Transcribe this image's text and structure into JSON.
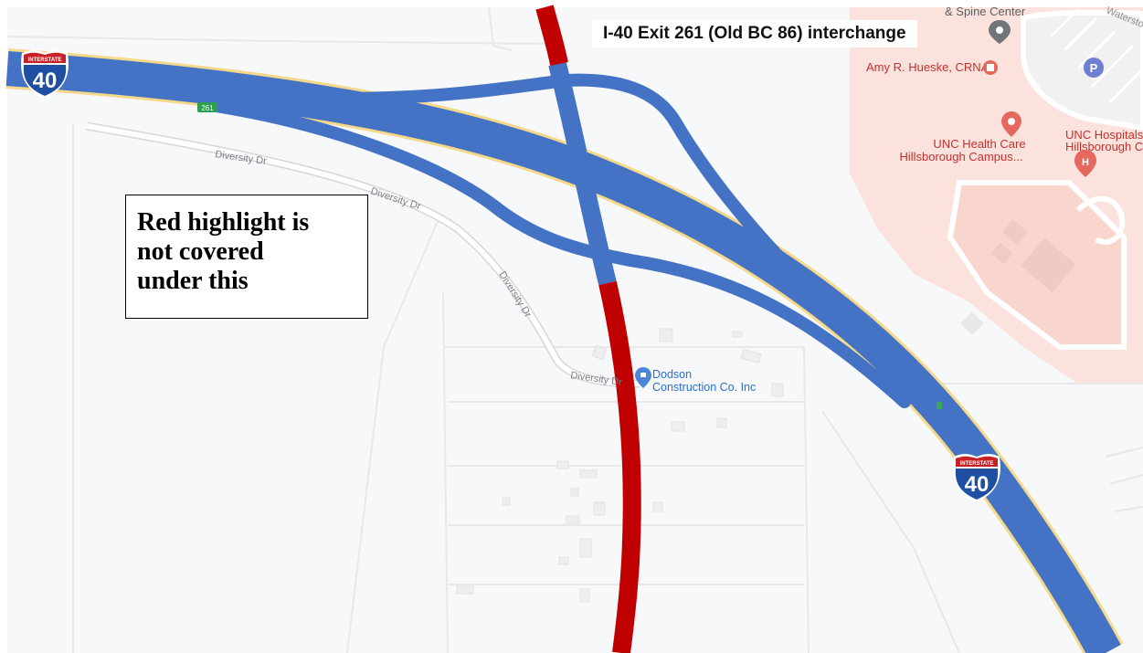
{
  "title": "I-40 Exit 261 (Old BC 86) interchange",
  "note": {
    "lines": [
      "Red highlight is",
      "not covered",
      "under this"
    ]
  },
  "shields": [
    {
      "banner": "INTERSTATE",
      "number": "40"
    },
    {
      "banner": "INTERSTATE",
      "number": "40"
    }
  ],
  "exit_sign": "261",
  "streets": {
    "diversity_1": "Diversity Dr",
    "diversity_2": "Diversity Dr",
    "diversity_3": "Diversity Dr",
    "diversity_4": "Diversity Dr"
  },
  "pois": {
    "spine_center": "& Spine Center",
    "waterstone": "Waterstone",
    "amy": "Amy R. Hueske, CRNA",
    "unc_health_1": "UNC Health Care",
    "unc_health_2": "Hillsborough Campus...",
    "unc_hosp_1": "UNC Hospitals",
    "unc_hosp_2": "Hillsborough C",
    "dodson_1": "Dodson",
    "dodson_2": "Construction Co. Inc",
    "parking_glyph": "P",
    "hospital_glyph": "H"
  },
  "colors": {
    "highway": "#4472c4",
    "highlight": "#c00000",
    "campus": "#fbe2dc",
    "road_casing": "#f5d98b"
  }
}
